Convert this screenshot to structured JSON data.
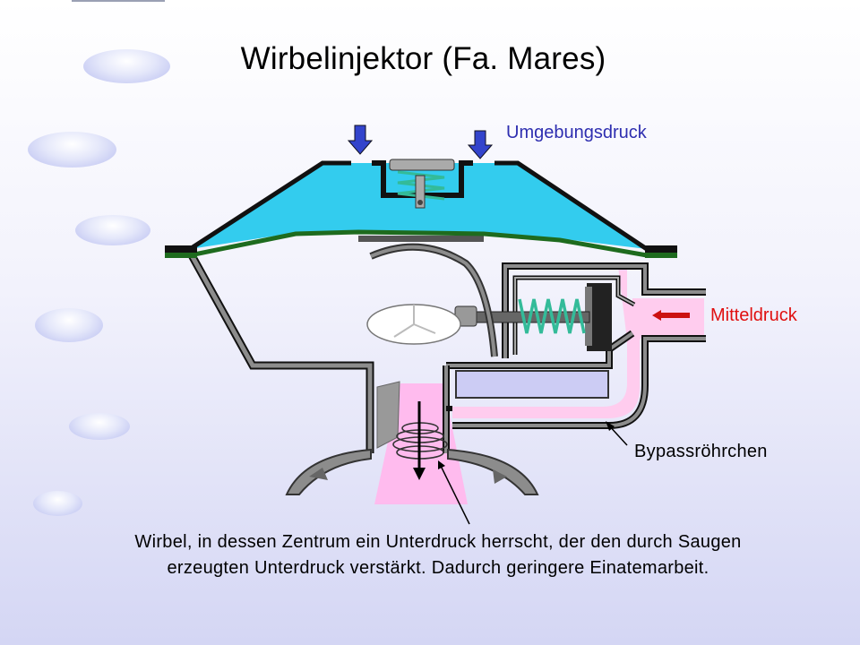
{
  "title": "Wirbelinjektor (Fa. Mares)",
  "labels": {
    "ambient_pressure": "Umgebungsdruck",
    "medium_pressure": "Mitteldruck",
    "bypass_tube": "Bypassröhrchen"
  },
  "caption": {
    "line1": "Wirbel, in dessen Zentrum ein Unterdruck herrscht, der den durch Saugen",
    "line2": "erzeugten Unterdruck verstärkt. Dadurch geringere Einatemarbeit."
  },
  "colors": {
    "water_chamber": "#33ccee",
    "diaphragm": "#1e6b1e",
    "housing": "#888888",
    "spring": "#33bb99",
    "medium_pressure_arrow": "#cc1111",
    "ambient_pressure_arrow": "#3344cc",
    "bypass_flow": "#ffccee",
    "vortex_zone": "#ffbbee"
  },
  "icons": [
    "down-arrow-icon",
    "left-arrow-icon",
    "spring-icon",
    "vortex-spiral-icon"
  ]
}
